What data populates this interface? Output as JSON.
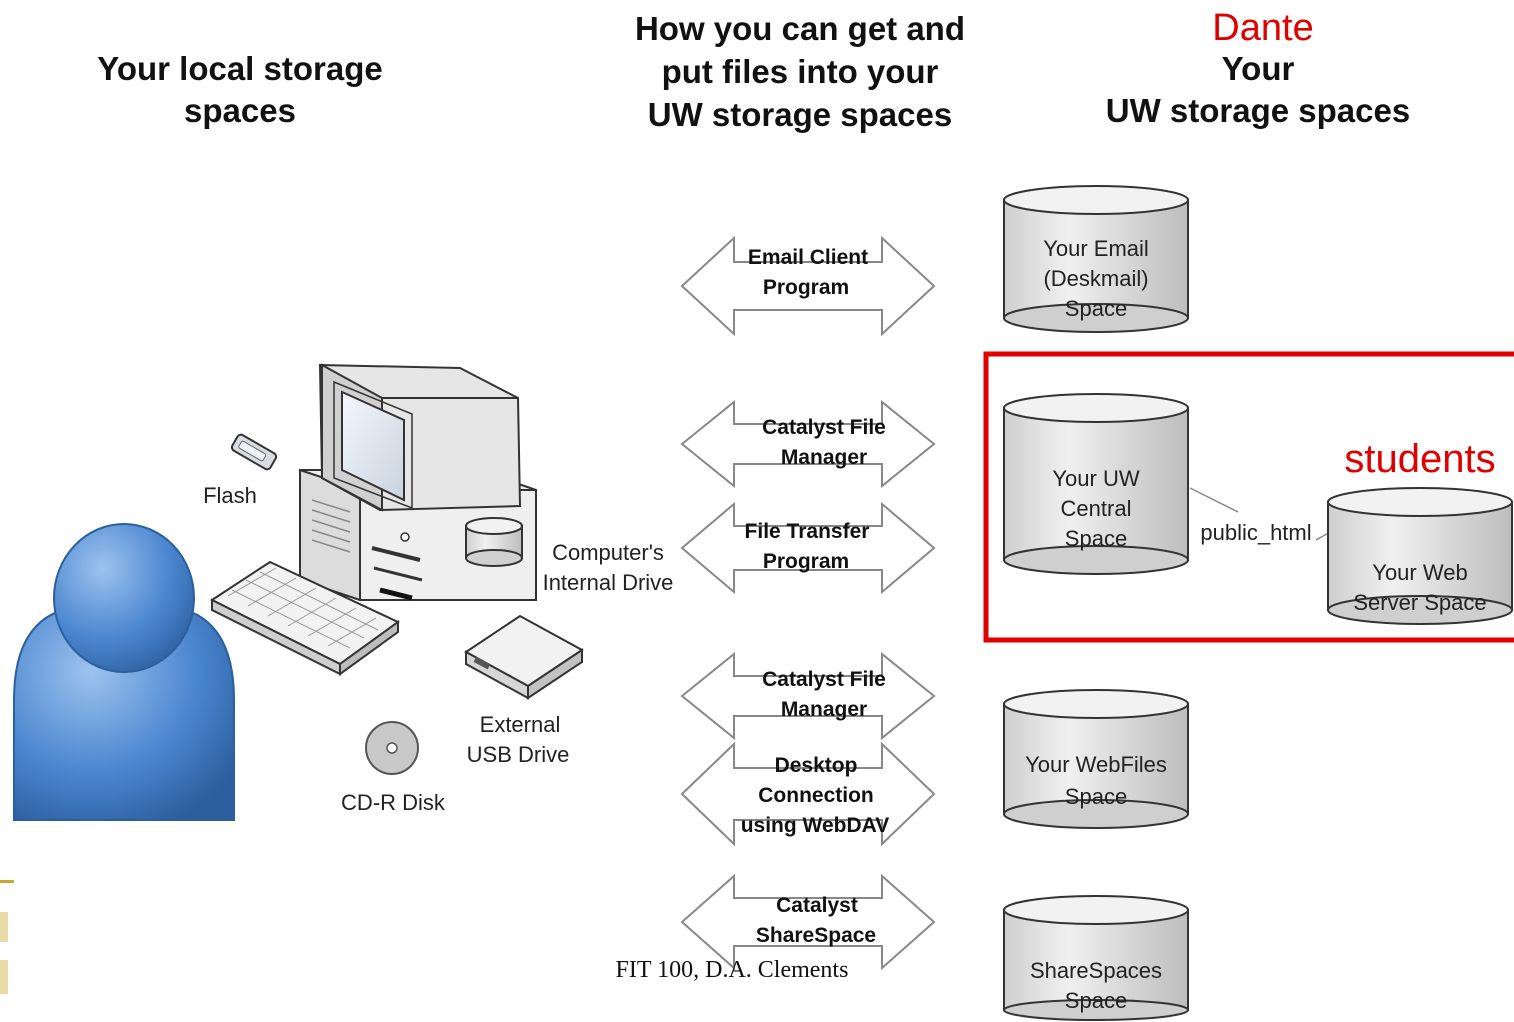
{
  "headers": {
    "local_line1": "Your local storage",
    "local_line2": "spaces",
    "how_line1": "How you can get and",
    "how_line2": "put files into your",
    "how_line3": "UW storage spaces",
    "dante": "Dante",
    "uw_line1": "Your",
    "uw_line2": "UW storage spaces"
  },
  "local_devices": {
    "flash": "Flash",
    "internal_line1": "Computer's",
    "internal_line2": "Internal Drive",
    "usb_line1": "External",
    "usb_line2": "USB Drive",
    "cdr": "CD-R Disk"
  },
  "arrows": [
    {
      "line1": "Email Client",
      "line2": "Program"
    },
    {
      "line1": "Catalyst File",
      "line2": "Manager"
    },
    {
      "line1": "File Transfer",
      "line2": "Program"
    },
    {
      "line1": "Catalyst File",
      "line2": "Manager"
    },
    {
      "line1": "Desktop",
      "line2": "Connection",
      "line3": "using WebDAV"
    },
    {
      "line1": "Catalyst",
      "line2": "ShareSpace"
    }
  ],
  "storage": {
    "email": {
      "line1": "Your Email",
      "line2": "(Deskmail)",
      "line3": "Space"
    },
    "central": {
      "line1": "Your UW",
      "line2": "Central",
      "line3": "Space"
    },
    "webserver": {
      "line1": "Your Web",
      "line2": "Server Space"
    },
    "webfiles": {
      "line1": "Your WebFiles",
      "line2": "Space"
    },
    "sharespaces": {
      "line1": "ShareSpaces",
      "line2": "Space"
    }
  },
  "link_label": "public_html",
  "highlight_label": "students",
  "footer": "FIT 100, D.A. Clements",
  "colors": {
    "highlight": "#e00000",
    "person": "#4a86cf",
    "cylinder": "#e4e4e4",
    "accent_gold": "#c8a630"
  }
}
